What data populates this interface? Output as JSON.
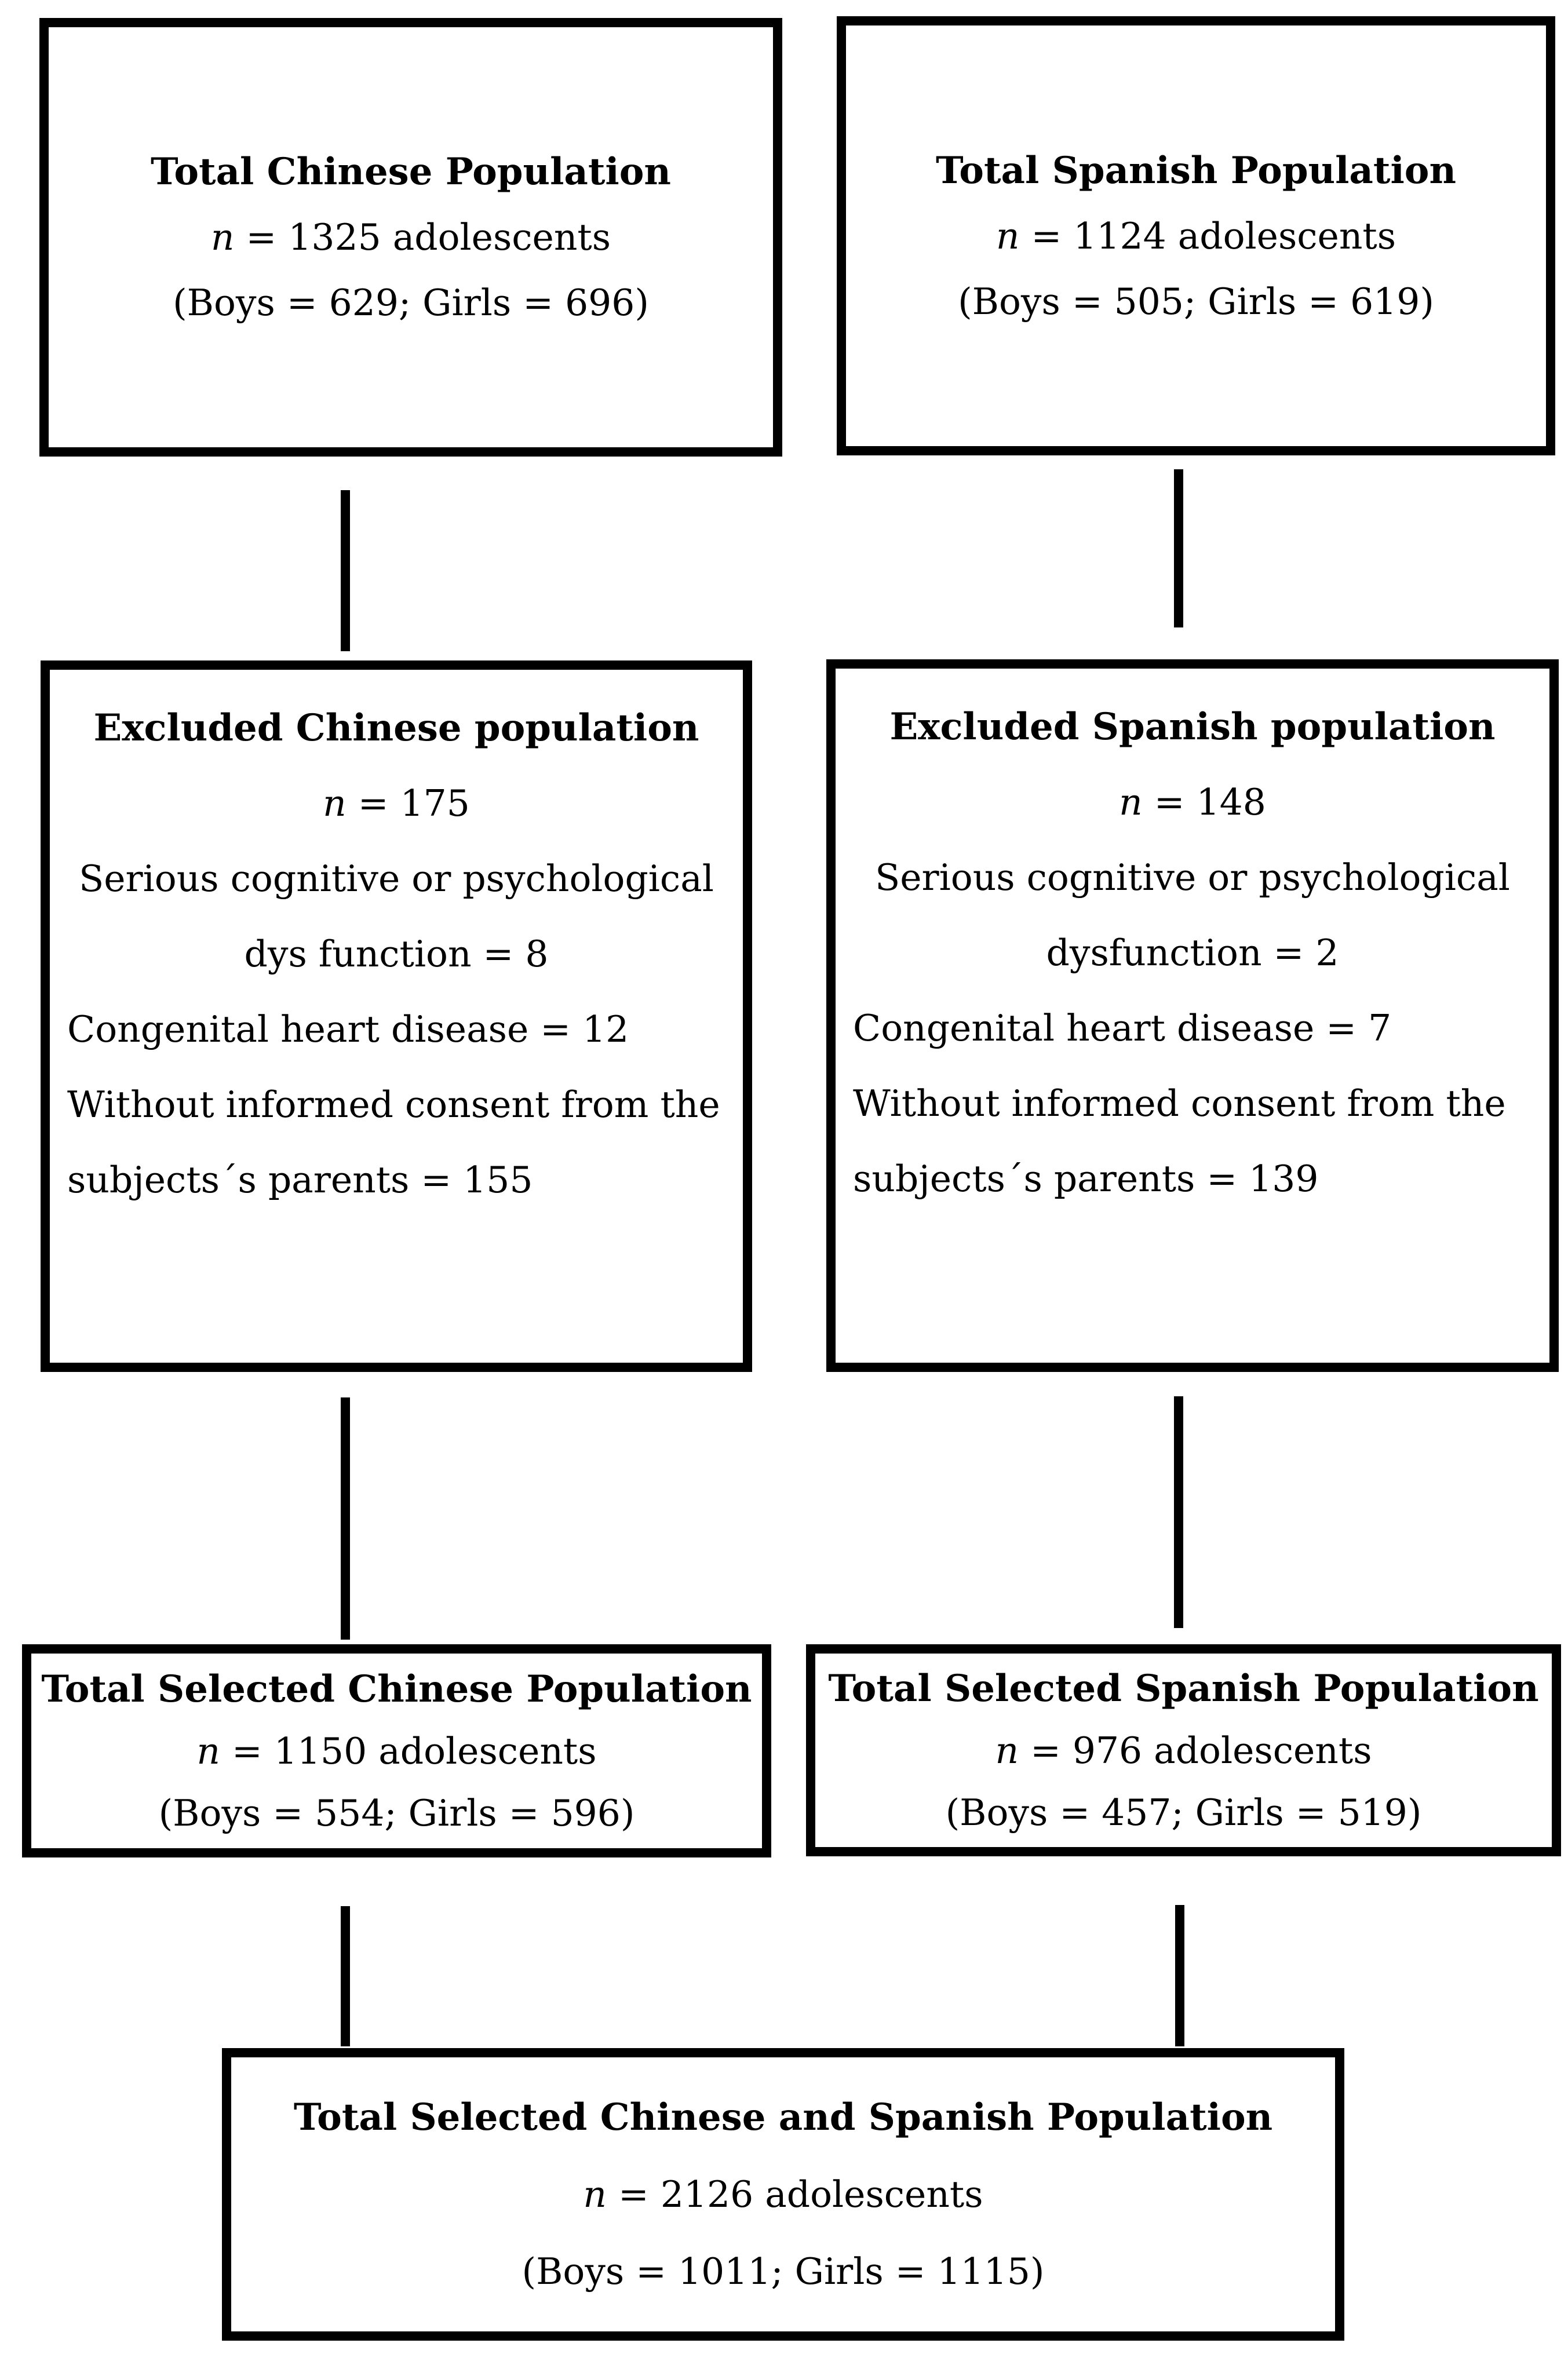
{
  "diagram": {
    "background_color": "#ffffff",
    "stroke_color": "#000000",
    "boxes": {
      "total_chinese": {
        "title": "Total Chinese Population",
        "n_var": "n",
        "n_value": " = 1325 adolescents",
        "breakdown": "(Boys = 629; Girls = 696)"
      },
      "total_spanish": {
        "title": "Total Spanish Population",
        "n_var": "n",
        "n_value": " = 1124 adolescents",
        "breakdown": "(Boys = 505; Girls = 619)"
      },
      "excluded_chinese": {
        "title": "Excluded Chinese population",
        "n_var": "n",
        "n_value": " = 175",
        "reason_lines": [
          "Serious cognitive or psychological",
          "dys function = 8",
          "Congenital heart disease = 12",
          "Without informed consent from the",
          "subjects´s parents = 155"
        ]
      },
      "excluded_spanish": {
        "title": "Excluded Spanish population",
        "n_var": "n",
        "n_value": " = 148",
        "reason_lines": [
          "Serious cognitive or psychological",
          "dysfunction = 2",
          "Congenital heart disease = 7",
          "Without informed consent from the",
          "subjects´s parents = 139"
        ]
      },
      "selected_chinese": {
        "title": "Total Selected Chinese Population",
        "n_var": "n",
        "n_value": " = 1150 adolescents",
        "breakdown": "(Boys = 554; Girls = 596)"
      },
      "selected_spanish": {
        "title": "Total Selected Spanish Population",
        "n_var": "n",
        "n_value": " = 976 adolescents",
        "breakdown": "(Boys = 457; Girls = 519)"
      },
      "selected_total": {
        "title": "Total Selected Chinese and Spanish Population",
        "n_var": "n",
        "n_value": " = 2126 adolescents",
        "breakdown": "(Boys = 1011; Girls = 1115)"
      }
    }
  }
}
